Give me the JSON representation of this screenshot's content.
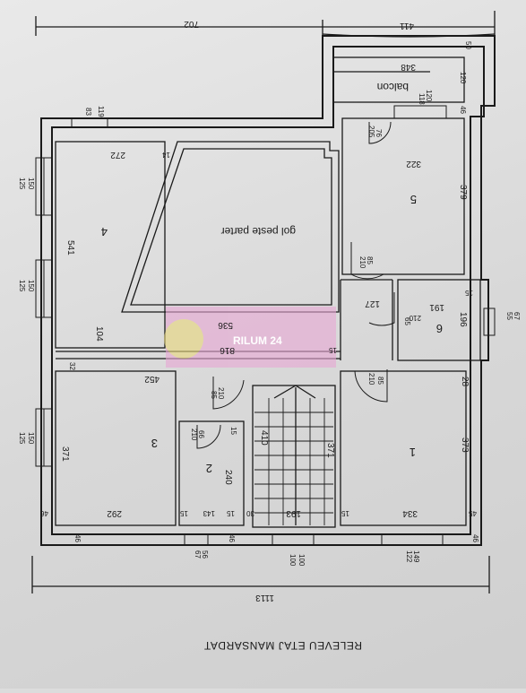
{
  "title": "RELEVEU ETAJ MANSARDAT",
  "watermark": "RILUM 24",
  "rooms": {
    "r1": "1",
    "r2": "2",
    "r3": "3",
    "r4": "4",
    "r5": "5",
    "r6": "6",
    "balcony": "balcon",
    "void": "gol peste parter"
  },
  "dimensions": {
    "top_702": "702",
    "top_411": "411",
    "bottom_1113": "1113",
    "d348": "348",
    "d120": "120",
    "d118": "118",
    "d50": "50",
    "d120b": "120",
    "d46a": "46",
    "d119": "119",
    "d83": "83",
    "d76": "76",
    "d205": "205",
    "d272": "272",
    "d14": "14",
    "d322": "322",
    "d379": "379",
    "d150a": "150",
    "d125a": "125",
    "d541": "541",
    "d85a": "85",
    "d210a": "210",
    "d150b": "150",
    "d125b": "125",
    "d127": "127",
    "d191": "191",
    "d15a": "15",
    "d536": "536",
    "d104": "104",
    "d65": "65",
    "d210b": "210",
    "d196": "196",
    "d55": "55",
    "d67": "67",
    "d816": "816",
    "d15b": "15",
    "d32": "32",
    "d452": "452",
    "d85b": "85",
    "d210c": "210",
    "d85c": "85",
    "d210d": "210",
    "d28": "28",
    "d125c": "125",
    "d150c": "150",
    "d371a": "371",
    "d66": "66",
    "d210e": "210",
    "d15c": "15",
    "d410": "410",
    "d371b": "371",
    "d373": "373",
    "d240": "240",
    "d46b": "46",
    "d292": "292",
    "d15d": "15",
    "d143": "143",
    "d15e": "15",
    "d30": "30",
    "d193": "193",
    "d15f": "15",
    "d334": "334",
    "d45": "45",
    "d46c": "46",
    "d46d": "46",
    "d56": "56",
    "d67b": "67",
    "d100a": "100",
    "d100b": "100",
    "d149": "149",
    "d122": "122",
    "d46e": "46"
  },
  "colors": {
    "paper": "#dedede",
    "ink": "#1a1a1a",
    "watermark_pink": "#e8a6d4",
    "watermark_yellow": "#e9d77a"
  }
}
